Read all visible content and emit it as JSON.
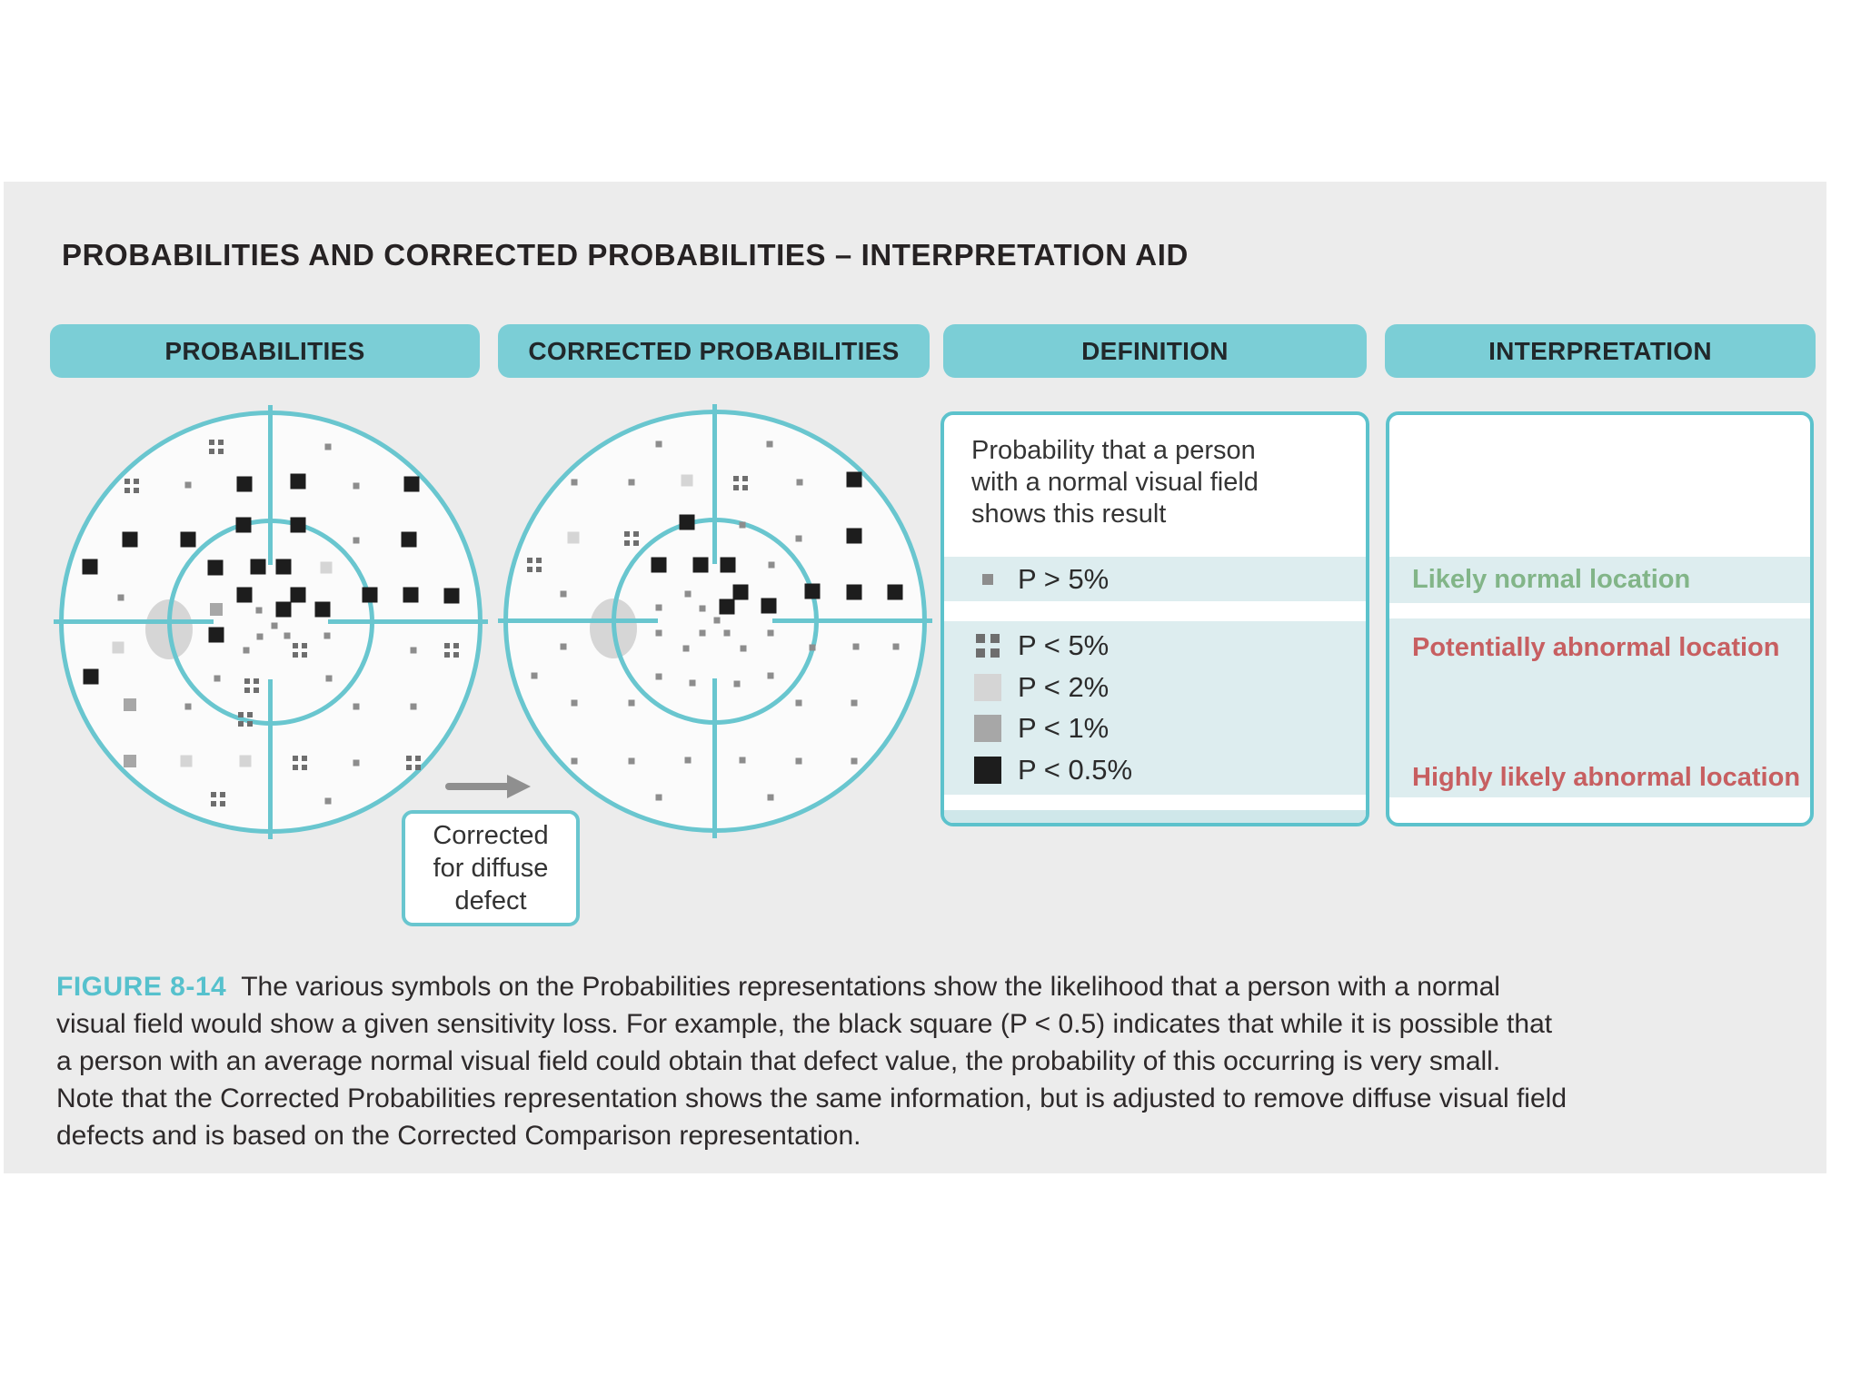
{
  "title": "PROBABILITIES AND CORRECTED PROBABILITIES – INTERPRETATION AID",
  "columns": {
    "probabilities": "PROBABILITIES",
    "corrected": "CORRECTED PROBABILITIES",
    "definition": "DEFINITION",
    "interpretation": "INTERPRETATION"
  },
  "colors": {
    "panel_background": "#ececec",
    "header_bar_teal": "#7bced6",
    "plot_line_teal": "#69c6cf",
    "panel_border_teal": "#5cc2cc",
    "band_teal": "#ddedef",
    "green_text": "#82b588",
    "red_text": "#c75f61",
    "figure_label_teal": "#56c1cd",
    "symbol_dot_gray": "#8d8d8d",
    "symbol_quad_gray": "#6e6e6e",
    "symbol_light_gray": "#d5d5d5",
    "symbol_mid_gray": "#a7a7a7",
    "symbol_black": "#1d1d1d",
    "blind_spot_gray": "#d6d6d6",
    "arrow_gray": "#8f8f8f"
  },
  "symbol_types": {
    "d": "p-gt-5-small-dot",
    "q": "p-lt-5-quad-squares",
    "l": "p-lt-2-light-gray-square",
    "m": "p-lt-1-mid-gray-square",
    "b": "p-lt-0.5-black-square"
  },
  "plots": [
    {
      "id": "probabilities",
      "symbols": [
        [
          "q",
          37.1,
          8.5
        ],
        [
          "d",
          63.6,
          8.5
        ],
        [
          "q",
          17.2,
          17.9
        ],
        [
          "d",
          30.5,
          17.7
        ],
        [
          "b",
          43.7,
          17.4
        ],
        [
          "b",
          56.4,
          16.8
        ],
        [
          "d",
          70.1,
          17.8
        ],
        [
          "b",
          83.3,
          17.4
        ],
        [
          "b",
          43.6,
          27.1
        ],
        [
          "b",
          56.5,
          27.1
        ],
        [
          "b",
          16.8,
          30.5
        ],
        [
          "b",
          30.4,
          30.4
        ],
        [
          "d",
          70.1,
          30.7
        ],
        [
          "b",
          82.7,
          30.4
        ],
        [
          "b",
          7.4,
          36.9
        ],
        [
          "b",
          37.0,
          37.1
        ],
        [
          "b",
          47.1,
          36.9
        ],
        [
          "b",
          53.0,
          36.9
        ],
        [
          "l",
          63.1,
          37.1
        ],
        [
          "d",
          14.5,
          44.2
        ],
        [
          "b",
          43.7,
          43.5
        ],
        [
          "b",
          56.4,
          43.5
        ],
        [
          "b",
          73.3,
          43.5
        ],
        [
          "b",
          83.0,
          43.5
        ],
        [
          "b",
          92.6,
          43.7
        ],
        [
          "m",
          37.1,
          47.0
        ],
        [
          "d",
          47.3,
          47.3
        ],
        [
          "b",
          53.0,
          47.0
        ],
        [
          "b",
          62.3,
          47.0
        ],
        [
          "d",
          50.9,
          50.9
        ],
        [
          "b",
          37.1,
          53.0
        ],
        [
          "d",
          47.4,
          53.5
        ],
        [
          "d",
          53.8,
          53.2
        ],
        [
          "d",
          63.3,
          53.2
        ],
        [
          "l",
          14.0,
          56.1
        ],
        [
          "d",
          44.1,
          56.6
        ],
        [
          "q",
          56.9,
          56.6
        ],
        [
          "d",
          83.6,
          56.6
        ],
        [
          "q",
          92.6,
          56.6
        ],
        [
          "b",
          7.6,
          62.8
        ],
        [
          "d",
          37.4,
          63.2
        ],
        [
          "d",
          63.7,
          63.2
        ],
        [
          "q",
          45.4,
          65.0
        ],
        [
          "m",
          16.8,
          69.5
        ],
        [
          "d",
          30.5,
          70.0
        ],
        [
          "d",
          70.1,
          70.0
        ],
        [
          "d",
          83.6,
          70.0
        ],
        [
          "q",
          43.9,
          73.0
        ],
        [
          "m",
          16.8,
          82.8
        ],
        [
          "l",
          30.0,
          82.8
        ],
        [
          "l",
          43.9,
          82.8
        ],
        [
          "q",
          56.9,
          83.2
        ],
        [
          "d",
          70.1,
          83.2
        ],
        [
          "q",
          83.6,
          83.2
        ],
        [
          "q",
          37.6,
          91.9
        ],
        [
          "d",
          63.6,
          92.2
        ]
      ]
    },
    {
      "id": "corrected-probabilities",
      "symbols": [
        [
          "d",
          36.7,
          8.2
        ],
        [
          "d",
          62.8,
          8.2
        ],
        [
          "d",
          16.7,
          17.1
        ],
        [
          "d",
          30.2,
          17.1
        ],
        [
          "l",
          43.4,
          16.8
        ],
        [
          "q",
          56.1,
          17.3
        ],
        [
          "d",
          70.0,
          17.1
        ],
        [
          "b",
          82.8,
          16.6
        ],
        [
          "b",
          43.4,
          26.7
        ],
        [
          "d",
          56.4,
          27.2
        ],
        [
          "l",
          16.5,
          30.3
        ],
        [
          "q",
          30.2,
          30.5
        ],
        [
          "d",
          69.7,
          30.5
        ],
        [
          "b",
          82.8,
          29.8
        ],
        [
          "q",
          7.3,
          36.8
        ],
        [
          "b",
          36.8,
          36.6
        ],
        [
          "b",
          46.6,
          36.6
        ],
        [
          "b",
          52.9,
          36.6
        ],
        [
          "d",
          63.2,
          36.8
        ],
        [
          "d",
          14.1,
          43.5
        ],
        [
          "d",
          43.5,
          43.5
        ],
        [
          "b",
          56.1,
          43.1
        ],
        [
          "b",
          72.9,
          42.9
        ],
        [
          "b",
          82.8,
          43.1
        ],
        [
          "b",
          92.4,
          43.1
        ],
        [
          "d",
          36.8,
          46.7
        ],
        [
          "d",
          47.1,
          46.9
        ],
        [
          "b",
          52.7,
          46.5
        ],
        [
          "b",
          62.6,
          46.4
        ],
        [
          "d",
          50.5,
          49.8
        ],
        [
          "d",
          36.8,
          52.7
        ],
        [
          "d",
          47.1,
          52.7
        ],
        [
          "d",
          52.7,
          52.7
        ],
        [
          "d",
          63.0,
          52.7
        ],
        [
          "d",
          14.1,
          56.1
        ],
        [
          "d",
          43.1,
          56.5
        ],
        [
          "d",
          56.6,
          56.5
        ],
        [
          "d",
          72.9,
          56.3
        ],
        [
          "d",
          83.2,
          56.1
        ],
        [
          "d",
          92.6,
          56.1
        ],
        [
          "d",
          7.3,
          62.8
        ],
        [
          "d",
          36.7,
          63.0
        ],
        [
          "d",
          63.0,
          62.8
        ],
        [
          "d",
          44.7,
          64.6
        ],
        [
          "d",
          55.1,
          64.7
        ],
        [
          "d",
          16.8,
          69.3
        ],
        [
          "d",
          30.3,
          69.3
        ],
        [
          "d",
          69.7,
          69.3
        ],
        [
          "d",
          82.8,
          69.3
        ],
        [
          "d",
          16.8,
          83.0
        ],
        [
          "d",
          30.3,
          83.0
        ],
        [
          "d",
          43.5,
          82.8
        ],
        [
          "d",
          56.5,
          82.8
        ],
        [
          "d",
          69.7,
          83.0
        ],
        [
          "d",
          82.8,
          83.0
        ],
        [
          "d",
          36.7,
          91.6
        ],
        [
          "d",
          63.0,
          91.6
        ]
      ]
    }
  ],
  "correction_box": {
    "lines": [
      "Corrected",
      "for diffuse",
      "defect"
    ]
  },
  "definition": {
    "intro_lines": [
      "Probability that a person",
      "with a normal visual field",
      "shows this result"
    ],
    "rows_band1": [
      {
        "icon": "small-gray-dot-icon",
        "label": "P > 5%"
      }
    ],
    "rows_band2": [
      {
        "icon": "quad-squares-icon",
        "label": "P < 5%"
      },
      {
        "icon": "light-gray-square-icon",
        "label": "P < 2%"
      },
      {
        "icon": "mid-gray-square-icon",
        "label": "P < 1%"
      },
      {
        "icon": "black-square-icon",
        "label": "P < 0.5%"
      }
    ]
  },
  "interpretation": {
    "normal": "Likely normal location",
    "potential": "Potentially abnormal location",
    "high": "Highly likely abnormal location"
  },
  "caption": {
    "label": "FIGURE 8-14",
    "lines": [
      "The various symbols on the Probabilities representations show the likelihood that a person with a normal",
      "visual field would show a given sensitivity loss. For example, the black square (P < 0.5) indicates that while it is possible that",
      "a person with an average normal visual field could obtain that defect value, the probability of this occurring is very small.",
      "Note that the Corrected Probabilities representation shows the same information, but is adjusted to remove diffuse visual field",
      "defects and is based on the Corrected Comparison representation."
    ]
  }
}
